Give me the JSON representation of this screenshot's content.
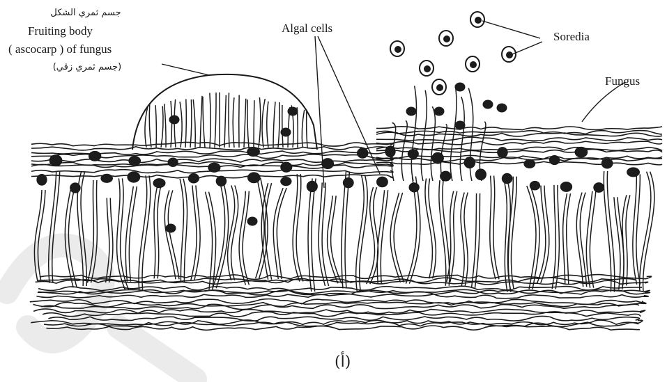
{
  "labels": {
    "fruiting_body_ar": "جسم ثمري الشكل",
    "fruiting_body_en_1": "Fruiting body",
    "fruiting_body_en_2": "( ascocarp ) of fungus",
    "fruiting_body_ar_2": "(جسم ثمري زقي)",
    "algal_cells": "Algal cells",
    "soredia": "Soredia",
    "fungus": "Fungus"
  },
  "figure_mark": "(أ)",
  "colors": {
    "ink": "#1a1a1a",
    "algae": "#1c1c1c",
    "watermark": "#e6e6e6",
    "paper": "#ffffff"
  }
}
